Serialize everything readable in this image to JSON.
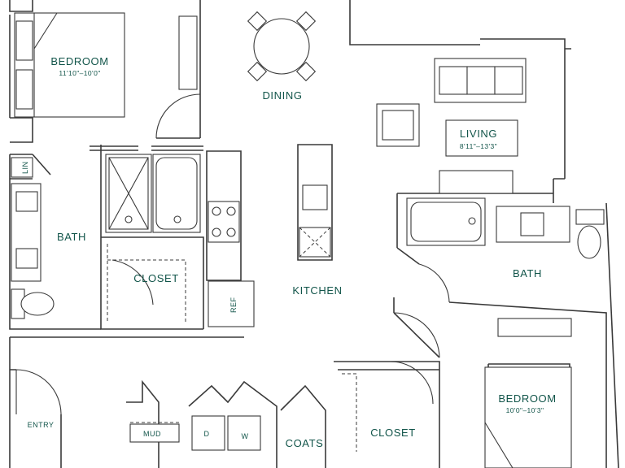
{
  "rooms": {
    "bedroom_1": {
      "label": "BEDROOM",
      "dims": "11'10\"–10'0\""
    },
    "dining": {
      "label": "DINING"
    },
    "living": {
      "label": "LIVING",
      "dims": "8'11\"–13'3\""
    },
    "bath_1": {
      "label": "BATH"
    },
    "closet_1": {
      "label": "CLOSET"
    },
    "kitchen": {
      "label": "KITCHEN"
    },
    "bath_2": {
      "label": "BATH"
    },
    "bedroom_2": {
      "label": "BEDROOM",
      "dims": "10'0\"–10'3\""
    },
    "closet_2": {
      "label": "CLOSET"
    },
    "entry": {
      "label": "ENTRY"
    },
    "coats": {
      "label": "COATS"
    }
  },
  "fixtures": {
    "linen": "LIN",
    "refrigerator": "REF",
    "mud": "MUD",
    "dryer": "D",
    "washer": "W"
  },
  "colors": {
    "label": "#12554a",
    "line": "#3a3a3a"
  }
}
